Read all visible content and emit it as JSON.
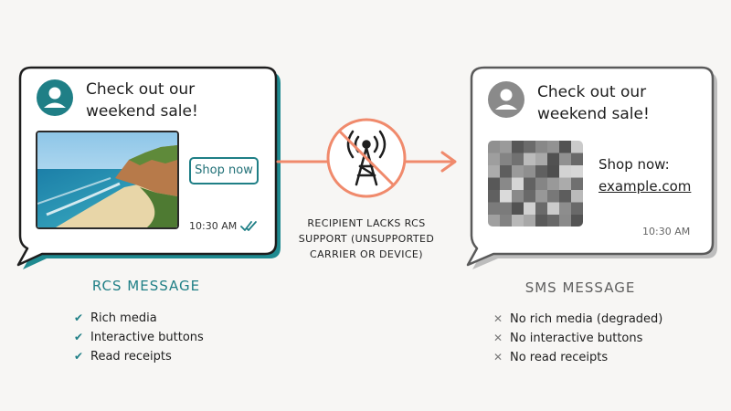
{
  "colors": {
    "rcs_accent": "#1f7f86",
    "sms_gray": "#6b6b6b",
    "arrow": "#f08a6c",
    "background": "#f7f6f4"
  },
  "rcs": {
    "message": "Check out our weekend sale!",
    "button_label": "Shop now",
    "time": "10:30 AM",
    "title": "RCS MESSAGE",
    "features": [
      "Rich media",
      "Interactive buttons",
      "Read receipts"
    ]
  },
  "sms": {
    "message": "Check out our weekend sale!",
    "shop_text": "Shop now:",
    "link_text": "example.com",
    "time": "10:30 AM",
    "title": "SMS MESSAGE",
    "features": [
      "No rich media (degraded)",
      "No interactive buttons",
      "No read receipts"
    ]
  },
  "transition": {
    "label": "RECIPIENT LACKS RCS SUPPORT (UNSUPPORTED CARRIER OR DEVICE)",
    "icon": "no-cell-tower-icon"
  },
  "icons": {
    "avatar": "user-avatar-icon",
    "check": "check-icon",
    "cross": "x-icon",
    "read_receipt": "double-check-icon"
  }
}
